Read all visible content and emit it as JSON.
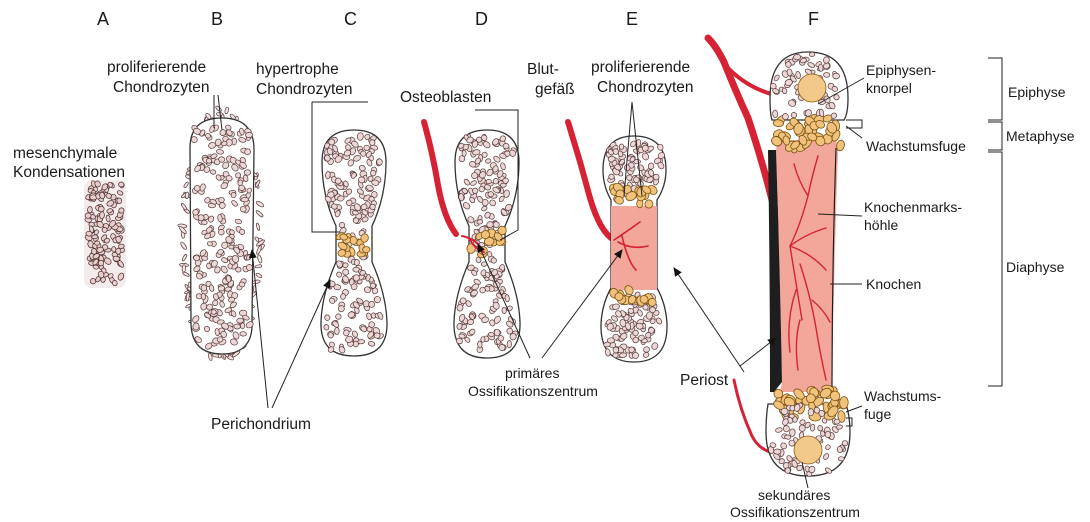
{
  "stages": [
    "A",
    "B",
    "C",
    "D",
    "E",
    "F"
  ],
  "labels": {
    "mesench": [
      "mesenchymale",
      "Kondensationen"
    ],
    "prolif_b": [
      "proliferierende",
      "Chondrozyten"
    ],
    "hyper_c": [
      "hypertrophe",
      "Chondrozyten"
    ],
    "osteo": "Osteoblasten",
    "blut": [
      "Blut-",
      "gefäß"
    ],
    "prolif_e": [
      "proliferierende",
      "Chondrozyten"
    ],
    "perichondrium": "Perichondrium",
    "primaer": [
      "primäres",
      "Ossifikationszentrum"
    ],
    "periost": "Periost",
    "epiknorpel": [
      "Epiphysen-",
      "knorpel"
    ],
    "wachstumsfuge_top": "Wachstumsfuge",
    "knochenmark": [
      "Knochenmarks-",
      "höhle"
    ],
    "knochen": "Knochen",
    "wachstumsfuge_bottom": [
      "Wachstums-",
      "fuge"
    ],
    "sekundaer": [
      "sekundäres",
      "Ossifikationszentrum"
    ]
  },
  "regions": {
    "epiphyse": "Epiphyse",
    "metaphyse": "Metaphyse",
    "diaphyse": "Diaphyse"
  },
  "colors": {
    "vessel": "#d62235",
    "hypertrophic": "#f0c27b",
    "marrow": "#f2a79a",
    "cell": "#ead7d6"
  }
}
